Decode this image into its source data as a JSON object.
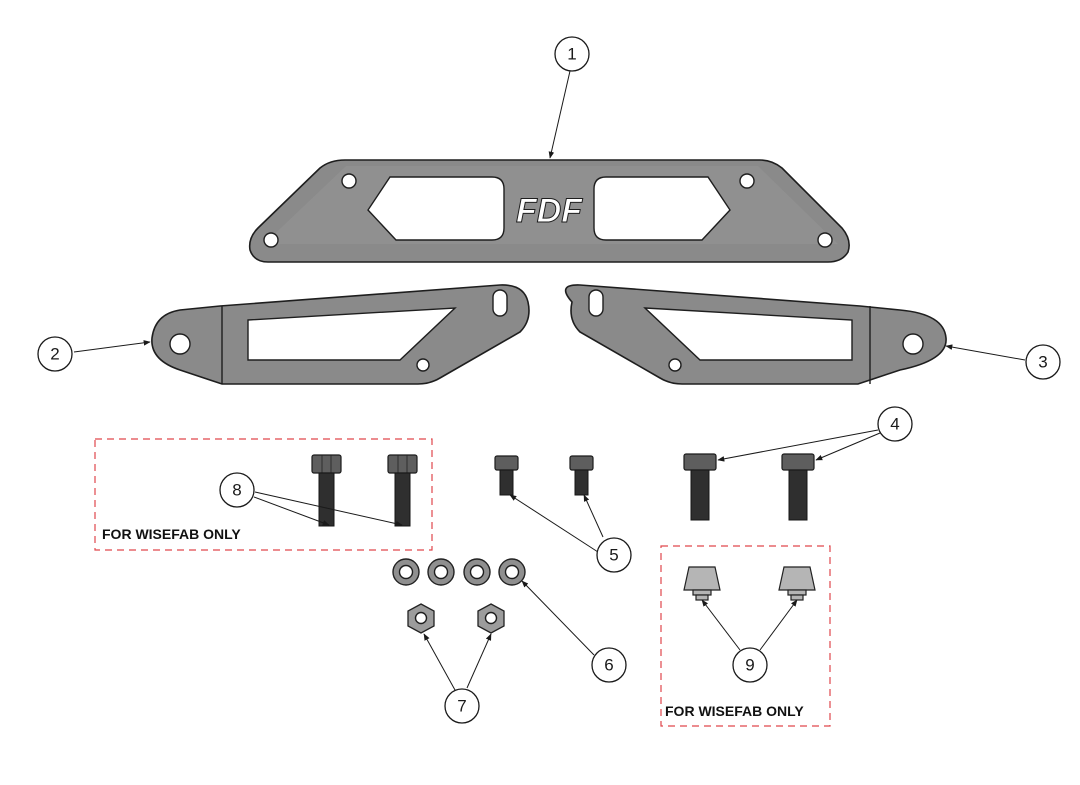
{
  "callouts": {
    "c1": "1",
    "c2": "2",
    "c3": "3",
    "c4": "4",
    "c5": "5",
    "c6": "6",
    "c7": "7",
    "c8": "8",
    "c9": "9"
  },
  "notes": {
    "wisefab_left": "FOR WISEFAB ONLY",
    "wisefab_right": "FOR WISEFAB ONLY"
  },
  "logo": {
    "text": "FDF"
  },
  "colors": {
    "note_border": "#e0474c",
    "part_metal": "#8a8a8a",
    "bolt_dark": "#2f2f2f"
  }
}
